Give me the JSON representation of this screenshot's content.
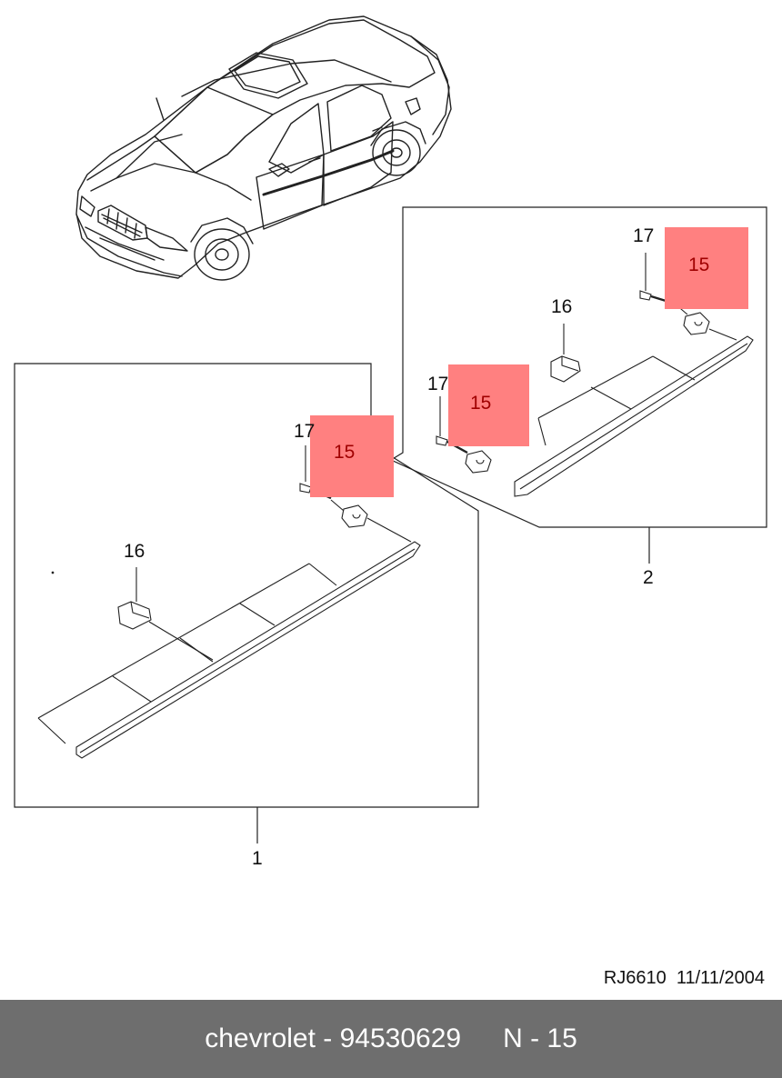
{
  "diagram": {
    "assembly_labels": [
      "1",
      "2"
    ],
    "parts": {
      "p15": "15",
      "p16": "16",
      "p17": "17"
    },
    "highlight_color": "#ff8080",
    "reference": "RJ6610  11/11/2004"
  },
  "footer": {
    "brand_part": "chevrolet - 94530629",
    "code": "N - 15",
    "background": "#6e6e6e"
  }
}
